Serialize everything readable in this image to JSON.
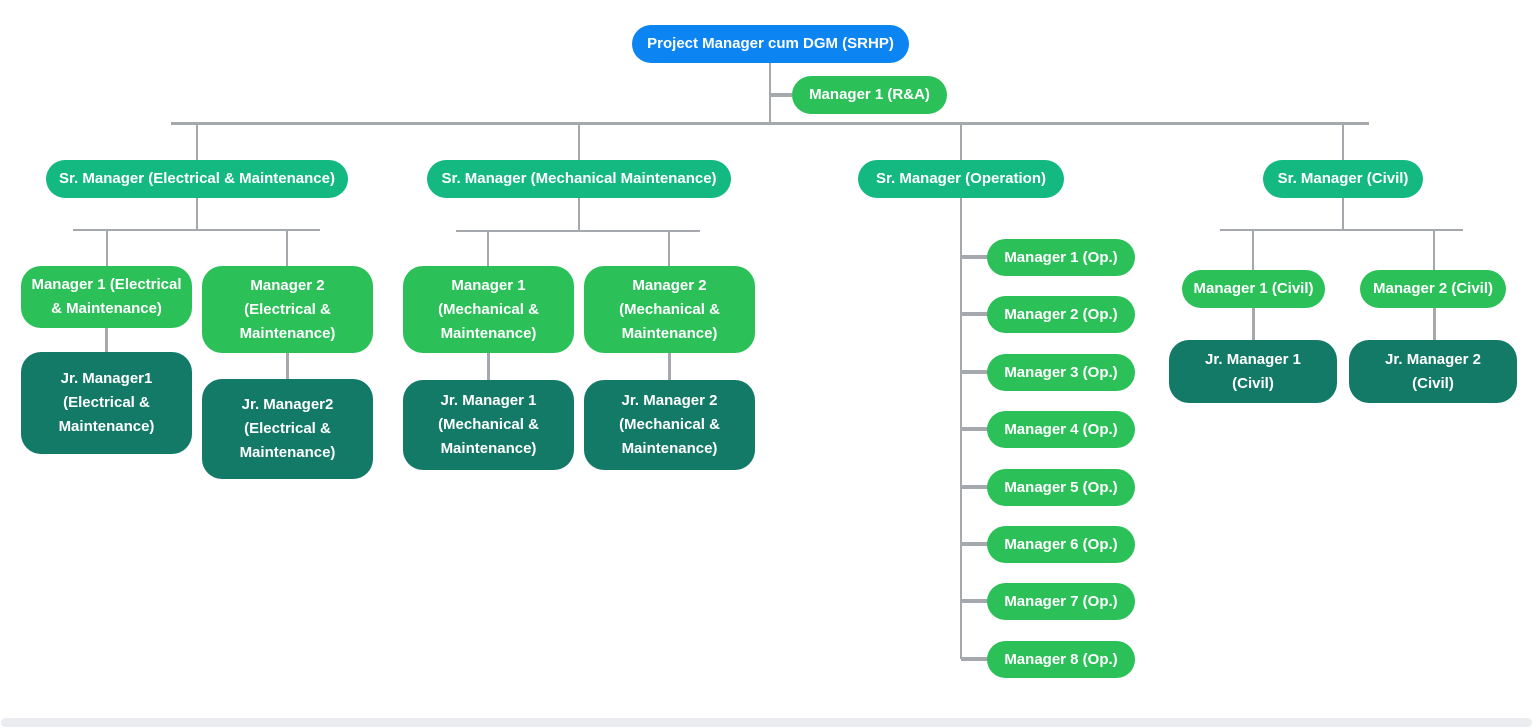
{
  "colors": {
    "root": "#0c85f2",
    "manager": "#2bc058",
    "senior": "#13b981",
    "junior": "#137a68",
    "line": "#a5a8ad",
    "scrollbar": "#eaecef"
  },
  "org": {
    "root": {
      "label": "Project Manager cum DGM (SRHP)"
    },
    "assistant": {
      "label": "Manager 1 (R&A)"
    },
    "branches": [
      {
        "head": {
          "label": "Sr. Manager (Electrical & Maintenance)"
        },
        "managers": [
          {
            "label": "Manager 1 (Electrical\n& Maintenance)",
            "junior": {
              "label": "Jr. Manager1\n(Electrical &\nMaintenance)"
            }
          },
          {
            "label": "Manager 2\n(Electrical &\nMaintenance)",
            "junior": {
              "label": "Jr. Manager2\n(Electrical &\nMaintenance)"
            }
          }
        ]
      },
      {
        "head": {
          "label": "Sr. Manager (Mechanical Maintenance)"
        },
        "managers": [
          {
            "label": "Manager 1\n(Mechanical &\nMaintenance)",
            "junior": {
              "label": "Jr. Manager 1\n(Mechanical &\nMaintenance)"
            }
          },
          {
            "label": "Manager 2\n(Mechanical &\nMaintenance)",
            "junior": {
              "label": "Jr. Manager 2\n(Mechanical &\nMaintenance)"
            }
          }
        ]
      },
      {
        "head": {
          "label": "Sr. Manager (Operation)"
        },
        "managers": [
          {
            "label": "Manager 1 (Op.)"
          },
          {
            "label": "Manager 2 (Op.)"
          },
          {
            "label": "Manager 3 (Op.)"
          },
          {
            "label": "Manager 4 (Op.)"
          },
          {
            "label": "Manager 5 (Op.)"
          },
          {
            "label": "Manager 6 (Op.)"
          },
          {
            "label": "Manager 7 (Op.)"
          },
          {
            "label": "Manager 8 (Op.)"
          }
        ]
      },
      {
        "head": {
          "label": "Sr. Manager (Civil)"
        },
        "managers": [
          {
            "label": "Manager 1 (Civil)",
            "junior": {
              "label": "Jr. Manager 1\n(Civil)"
            }
          },
          {
            "label": "Manager 2 (Civil)",
            "junior": {
              "label": "Jr. Manager 2\n(Civil)"
            }
          }
        ]
      }
    ]
  }
}
